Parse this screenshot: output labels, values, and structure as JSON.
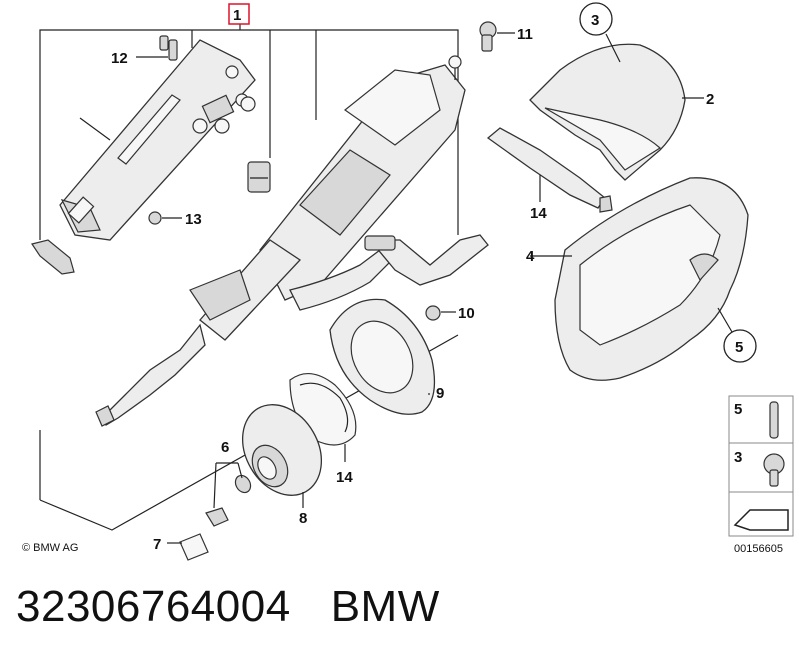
{
  "callouts": {
    "c1": "1",
    "c2": "2",
    "c3": "3",
    "c4": "4",
    "c5": "5",
    "c6": "6",
    "c7": "7",
    "c8": "8",
    "c9": "9",
    "c10": "10",
    "c11": "11",
    "c12": "12",
    "c13": "13",
    "c14a": "14",
    "c14b": "14"
  },
  "legend": {
    "l5": "5",
    "l3": "3"
  },
  "copyright": "© BMW AG",
  "diagram_id": "00156605",
  "caption": {
    "part_number": "32306764004",
    "brand": "BMW"
  },
  "colors": {
    "callout_1_box": "#e0102a",
    "ink": "#222222"
  }
}
